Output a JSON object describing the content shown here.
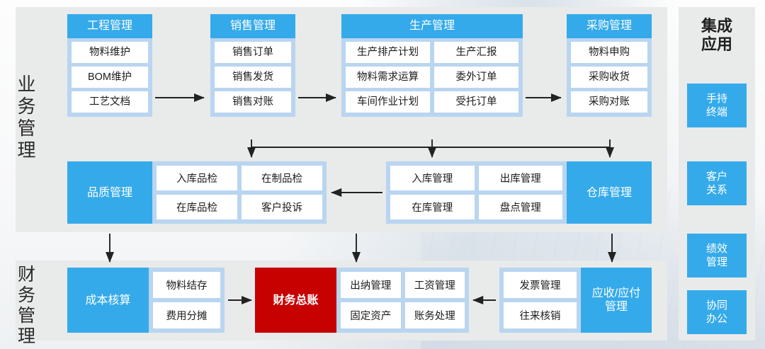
{
  "zones": {
    "business": {
      "label": "业\n务\n管\n理"
    },
    "finance": {
      "label": "财\n务\n管\n理"
    },
    "apps": {
      "title": "集成\n应用"
    }
  },
  "colors": {
    "accent_blue": "#35aaea",
    "panel_blue": "#b9d5f0",
    "zone_gray": "#e9eaea",
    "accent_red": "#c70000",
    "cell_white": "#ffffff",
    "text_dark": "#1c1c1c"
  },
  "modules": {
    "engineering": {
      "title": "工程管理",
      "items": [
        "物料维护",
        "BOM维护",
        "工艺文档"
      ]
    },
    "sales": {
      "title": "销售管理",
      "items": [
        "销售订单",
        "销售发货",
        "销售对账"
      ]
    },
    "production": {
      "title": "生产管理",
      "rows": [
        [
          "生产排产计划",
          "生产汇报"
        ],
        [
          "物料需求运算",
          "委外订单"
        ],
        [
          "车间作业计划",
          "受托订单"
        ]
      ]
    },
    "purchasing": {
      "title": "采购管理",
      "items": [
        "物料申购",
        "采购收货",
        "采购对账"
      ]
    },
    "quality": {
      "title": "品质管理",
      "cells": [
        "入库品检",
        "在制品检",
        "在库品检",
        "客户投诉"
      ]
    },
    "warehouse": {
      "title": "仓库管理",
      "cells": [
        "入库管理",
        "出库管理",
        "在库管理",
        "盘点管理"
      ]
    },
    "cost": {
      "title": "成本核算",
      "cells": [
        "物料结存",
        "费用分摊"
      ]
    },
    "ledger": {
      "title": "财务总账",
      "cells": [
        "出纳管理",
        "工资管理",
        "固定资产",
        "账务处理"
      ]
    },
    "receivable": {
      "title": "应收/应付\n管理",
      "cells": [
        "发票管理",
        "往来核销"
      ]
    }
  },
  "apps": [
    {
      "label": "手持\n终端"
    },
    {
      "label": "客户\n关系"
    },
    {
      "label": "绩效\n管理"
    },
    {
      "label": "协同\n办公"
    }
  ]
}
